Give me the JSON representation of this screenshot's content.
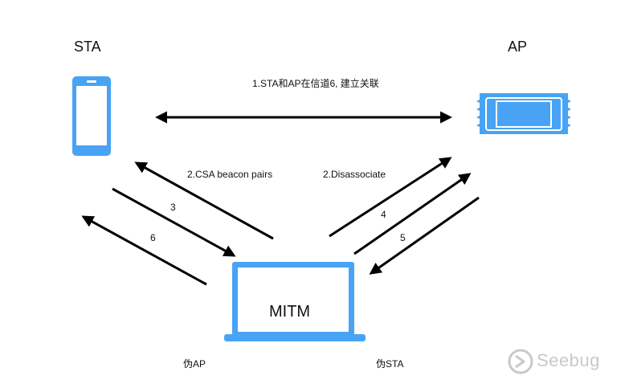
{
  "nodes": {
    "sta": "STA",
    "ap": "AP",
    "mitm": "MITM"
  },
  "arrows": {
    "a1": "1.STA和AP在信道6, 建立关联",
    "a2_csa": "2.CSA beacon pairs",
    "a2_disassoc": "2.Disassociate",
    "a3": "3",
    "a4": "4",
    "a5": "5",
    "a6": "6"
  },
  "roles": {
    "fake_ap": "伪AP",
    "fake_sta": "伪STA"
  },
  "watermark": {
    "text": "Seebug"
  },
  "colors": {
    "device_blue": "#48a3f5",
    "arrow": "#000000",
    "watermark": "#c9c9c9"
  },
  "icons": {
    "sta": "phone-icon",
    "ap": "router-icon",
    "mitm": "laptop-icon",
    "watermark": "seebug-logo-icon"
  }
}
